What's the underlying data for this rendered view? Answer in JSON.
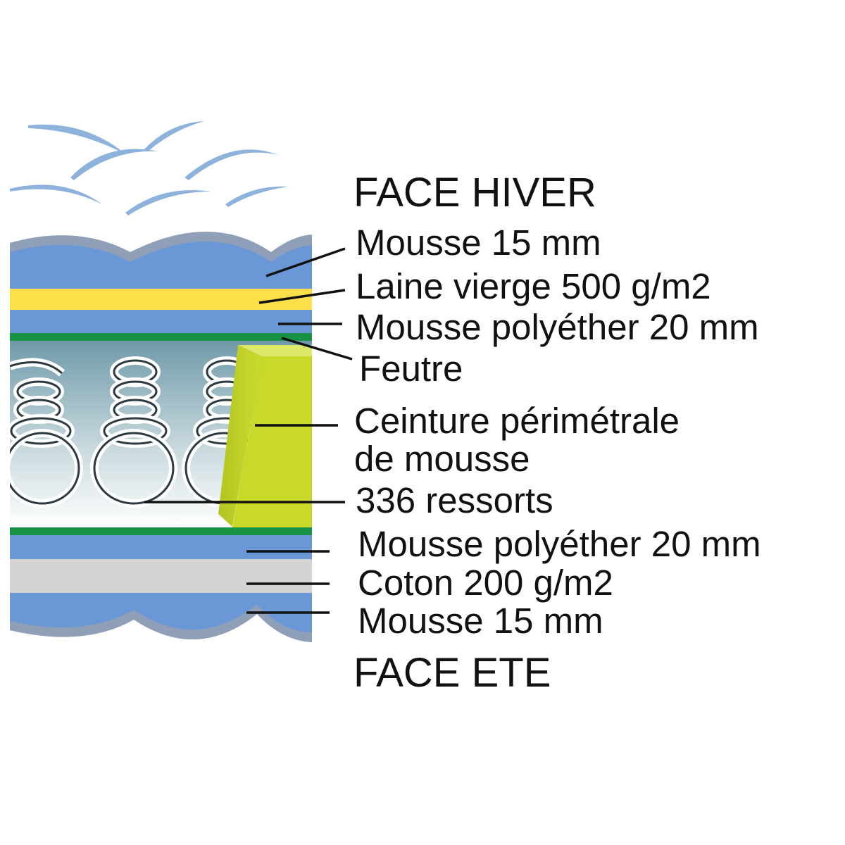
{
  "diagram": {
    "face_top": "FACE HIVER",
    "face_bottom": "FACE ETE",
    "labels": {
      "mousse_top": "Mousse 15 mm",
      "laine": "Laine vierge 500 g/m2",
      "polyether_top": "Mousse polyéther 20 mm",
      "feutre": "Feutre",
      "ceinture_line1": "Ceinture périmétrale",
      "ceinture_line2": "de mousse",
      "ressorts": "336 ressorts",
      "polyether_bottom": "Mousse polyéther 20 mm",
      "coton": "Coton 200 g/m2",
      "mousse_bottom": "Mousse 15 mm"
    },
    "colors": {
      "quilt_blue": "#6a98d6",
      "quilt_outline": "#8f9fb8",
      "wool_yellow": "#fbe04a",
      "felt_green": "#179245",
      "foam_lime": "#c8d92a",
      "cotton_grey": "#d4d4d4",
      "cloud_blue": "#8db2dc"
    }
  }
}
